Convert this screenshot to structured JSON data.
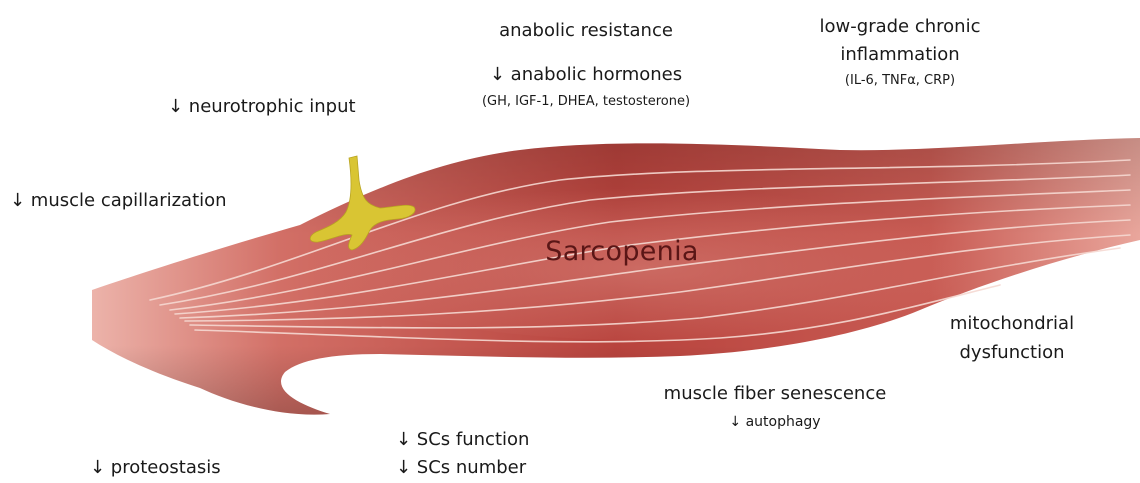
{
  "diagram": {
    "title": "Sarcopenia",
    "labels": {
      "anabolic_resistance": "anabolic resistance",
      "anabolic_hormones": "↓ anabolic hormones",
      "anabolic_hormones_detail": "(GH, IGF-1, DHEA, testosterone)",
      "inflammation_line1": "low-grade chronic",
      "inflammation_line2": "inflammation",
      "inflammation_detail": "(IL-6, TNFα, CRP)",
      "neurotrophic": "↓ neurotrophic input",
      "capillarization": "↓ muscle capillarization",
      "mitochondrial_line1": "mitochondrial",
      "mitochondrial_line2": "dysfunction",
      "senescence": "muscle fiber senescence",
      "autophagy": "↓ autophagy",
      "sc_function": "↓ SCs function",
      "sc_number": "↓ SCs number",
      "proteostasis": "↓ proteostasis"
    },
    "colors": {
      "muscle_light": "#e59a90",
      "muscle_mid": "#c4514a",
      "muscle_dark": "#a5342f",
      "fiber_lines": "#f6d9d2",
      "nerve": "#d9c533",
      "text": "#1a1a1a",
      "title": "#5a1616"
    }
  }
}
